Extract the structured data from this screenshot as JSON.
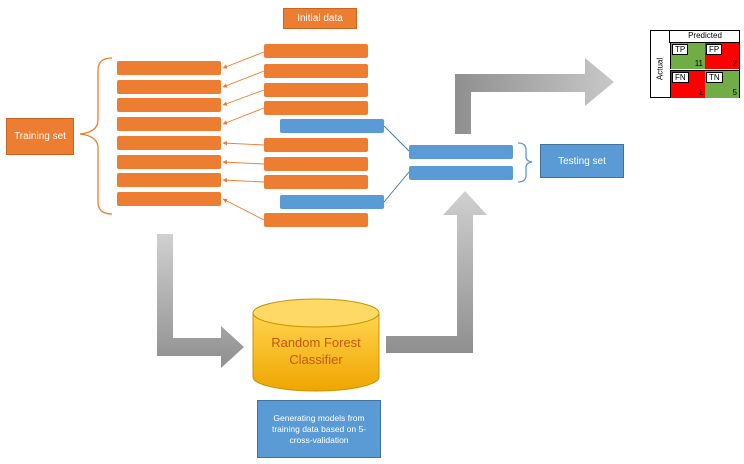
{
  "labels": {
    "initial_data": "Initial data",
    "training_set": "Training set",
    "testing_set": "Testing set",
    "classifier_line1": "Random Forest",
    "classifier_line2": "Classifier",
    "generating_models": "Generating models from training data based on 5-cross-validation"
  },
  "confusion_matrix": {
    "predicted_label": "Predicted",
    "actual_label": "Actual",
    "cells": [
      {
        "name": "TP",
        "value": "11",
        "color": "#70ad47"
      },
      {
        "name": "FP",
        "value": "2",
        "color": "#ff0000"
      },
      {
        "name": "FN",
        "value": "1",
        "color": "#ff0000"
      },
      {
        "name": "TN",
        "value": "5",
        "color": "#70ad47"
      }
    ]
  },
  "colors": {
    "orange": "#ed7d31",
    "blue": "#5b9bd5",
    "gray_arrow": "#a6a6a6",
    "cylinder": "#ffc000",
    "bracket": "#ed7d31",
    "blue_bracket": "#5b9bd5"
  }
}
